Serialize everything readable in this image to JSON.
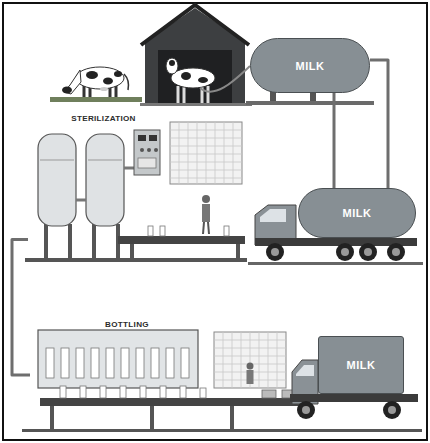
{
  "diagram": {
    "nodes": [
      {
        "text": [
          "MILK"
        ]
      },
      {
        "text": [
          "STERILIZATION"
        ]
      },
      {
        "text": [
          "MILK"
        ]
      },
      {
        "text": [
          "BOTTLING"
        ]
      },
      {
        "text": [
          "MILK"
        ]
      }
    ],
    "edges": [
      {
        "from": 0,
        "to": 2,
        "arrow": "none"
      },
      {
        "from": 0,
        "to": 2,
        "arrow": "none"
      },
      {
        "from": 1,
        "to": 3,
        "arrow": "none"
      }
    ]
  }
}
